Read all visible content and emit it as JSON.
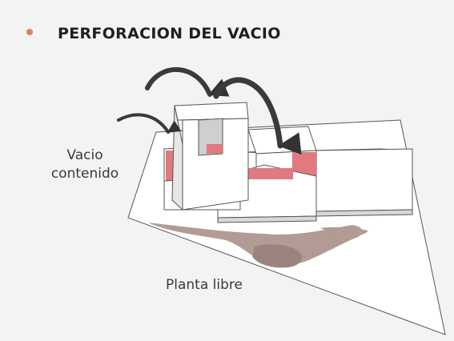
{
  "title": "PERFORACION DEL VACIO",
  "labels": {
    "void_line1": "Vacio",
    "void_line2": "contenido",
    "free_plan": "Planta libre"
  },
  "colors": {
    "bullet": "#d9836f",
    "void_red": "#e07a80",
    "arrow": "#3a3a3a",
    "shadow": "#8f6b62",
    "block_face": "#ffffff",
    "block_side": "#dedede"
  }
}
